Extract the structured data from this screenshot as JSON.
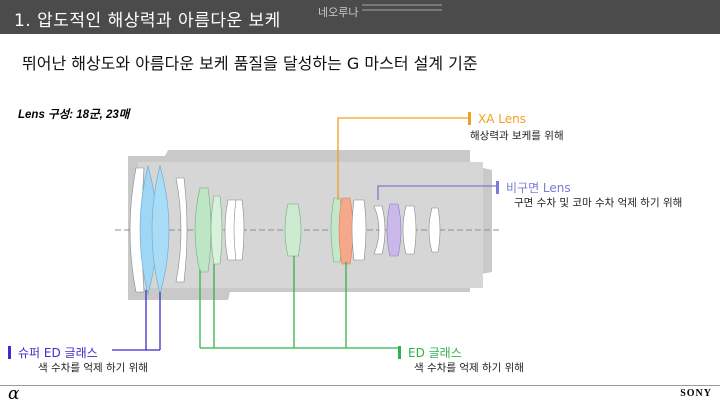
{
  "header": {
    "title": "1.  압도적인 해상력과 아름다운 보케",
    "watermark": "네오루나"
  },
  "subtitle": "뛰어난 해상도와 아름다운 보케 품질을 달성하는 G 마스터 설계 기준",
  "spec": "Lens 구성: 18군, 23매",
  "labels": {
    "xa": {
      "name": "XA Lens",
      "desc": "해상력과 보케를 위해"
    },
    "aspherical": {
      "name": "비구면 Lens",
      "desc": "구면 수차 및 코마 수차 억제 하기 위해"
    },
    "super_ed": {
      "name": "슈퍼 ED 글래스",
      "desc": "색 수차를 억제 하기 위해"
    },
    "ed": {
      "name": "ED 글래스",
      "desc": "색 수차를 억제 하기 위해"
    }
  },
  "colors": {
    "xa": "#f0a020",
    "aspherical": "#7b7bd8",
    "super_ed": "#3a2fc8",
    "ed": "#2fb34a",
    "barrel": "#c8c8c8"
  },
  "footer": {
    "alpha": "α",
    "brand": "SONY"
  }
}
